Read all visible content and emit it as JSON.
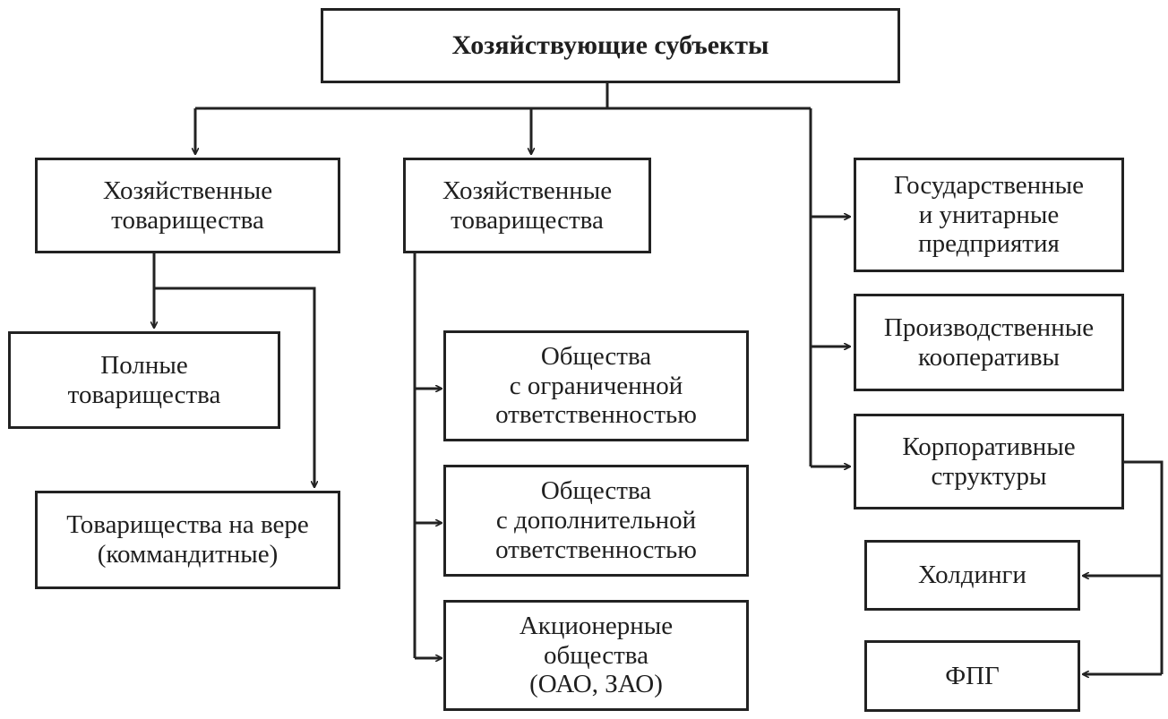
{
  "root": {
    "label": "Хозяйствующие субъекты"
  },
  "left_branch": {
    "head": {
      "lines": [
        "Хозяйственные",
        "товарищества"
      ]
    },
    "children": [
      {
        "lines": [
          "Полные",
          "товарищества"
        ]
      },
      {
        "lines": [
          "Товарищества на вере",
          "(коммандитные)"
        ]
      }
    ]
  },
  "middle_branch": {
    "head": {
      "lines": [
        "Хозяйственные",
        "товарищества"
      ]
    },
    "children": [
      {
        "lines": [
          "Общества",
          "с ограниченной",
          "ответственностью"
        ]
      },
      {
        "lines": [
          "Общества",
          "с дополнительной",
          "ответственностью"
        ]
      },
      {
        "lines": [
          "Акционерные",
          "общества",
          "(ОАО, ЗАО)"
        ]
      }
    ]
  },
  "right_branch": {
    "items": [
      {
        "lines": [
          "Государственные",
          "и унитарные",
          "предприятия"
        ]
      },
      {
        "lines": [
          "Производственные",
          "кооперативы"
        ]
      },
      {
        "lines": [
          "Корпоративные",
          "структуры"
        ]
      }
    ],
    "corporate_children": [
      {
        "lines": [
          "Холдинги"
        ]
      },
      {
        "lines": [
          "ФПГ"
        ]
      }
    ]
  }
}
